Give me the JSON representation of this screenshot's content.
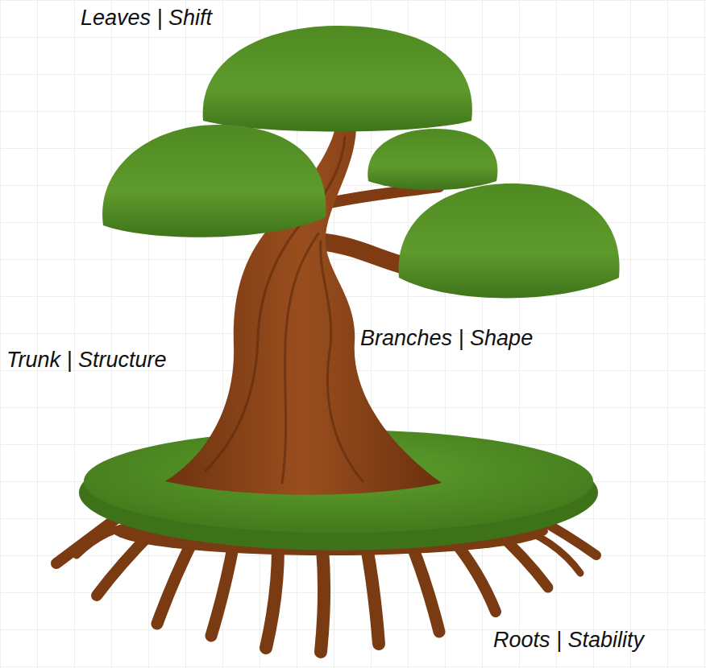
{
  "diagram": {
    "labels": [
      "Leaves | Shift",
      "Branches | Shape",
      "Trunk | Structure",
      "Roots | Stability"
    ]
  }
}
